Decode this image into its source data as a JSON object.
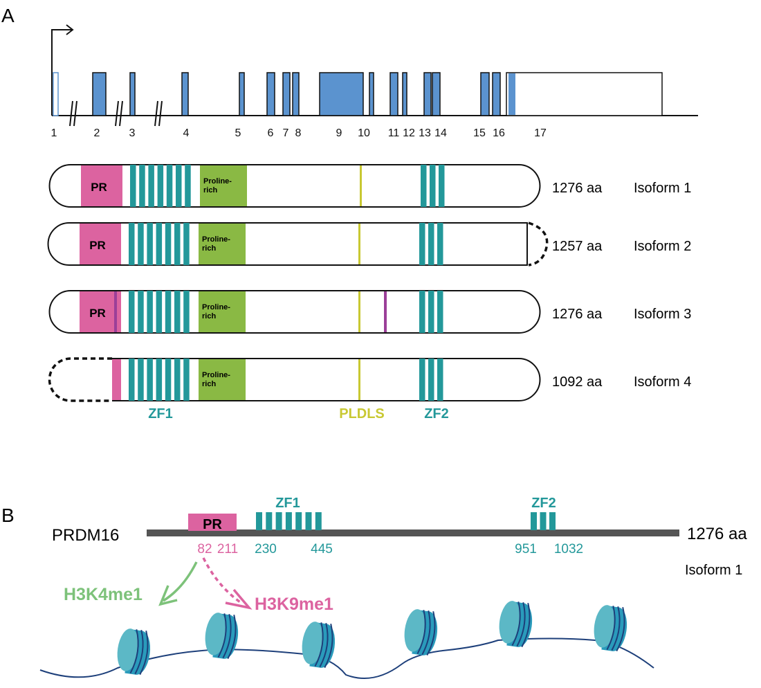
{
  "panels": {
    "a": "A",
    "b": "B"
  },
  "gene": {
    "exon_labels": [
      "1",
      "2",
      "3",
      "4",
      "5",
      "6",
      "7",
      "8",
      "9",
      "10",
      "11",
      "12",
      "13",
      "14",
      "15",
      "16",
      "17"
    ]
  },
  "domains": {
    "pr": "PR",
    "proline_1": "Proline-",
    "proline_2": "rich",
    "zf1": "ZF1",
    "zf2": "ZF2",
    "pldls": "PLDLS"
  },
  "isoforms": [
    {
      "length": "1276 aa",
      "name": "Isoform 1"
    },
    {
      "length": "1257 aa",
      "name": "Isoform 2"
    },
    {
      "length": "1276 aa",
      "name": "Isoform 3"
    },
    {
      "length": "1092 aa",
      "name": "Isoform 4"
    }
  ],
  "protein": {
    "name": "PRDM16",
    "length": "1276 aa",
    "isoform": "Isoform 1",
    "positions": {
      "pr_start": "82",
      "pr_end": "211",
      "zf1_start": "230",
      "zf1_end": "445",
      "zf2_start": "951",
      "zf2_end": "1032"
    }
  },
  "marks": {
    "h3k4": "H3K4me1",
    "h3k9": "H3K9me1"
  },
  "colors": {
    "pr": "#dc63a0",
    "zf": "#23989a",
    "proline": "#8ab944",
    "pldls": "#c8c832",
    "exon": "#5b93cf",
    "mutation": "#9b3f98",
    "h3k4": "#7dc27a"
  }
}
